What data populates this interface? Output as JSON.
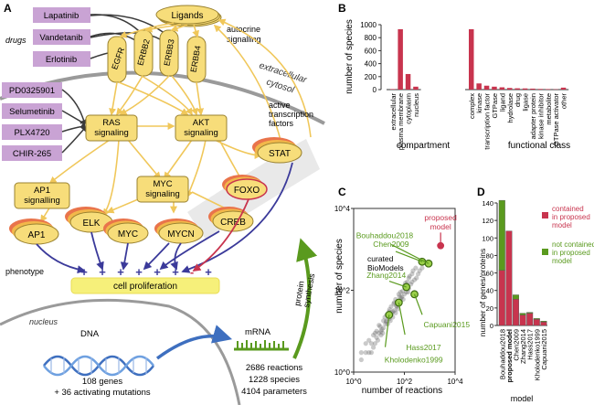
{
  "panels": {
    "a": "A",
    "b": "B",
    "c": "C",
    "d": "D"
  },
  "colors": {
    "drug": "#c9a3d4",
    "node": "#f7dd7a",
    "node_stroke": "#9a8230",
    "arrow": "#f0c75a",
    "inhibit": "#3a3a3a",
    "tf_stack1": "#e9744b",
    "tf_stack2": "#f2b84a",
    "red": "#c8344e",
    "green": "#5a9a1e",
    "blue": "#3b3a9a",
    "cellprolif": "#f6f07a"
  },
  "panel_a": {
    "drugs_label": "drugs",
    "drugs": [
      "Lapatinib",
      "Vandetanib",
      "Erlotinib",
      "PD0325901",
      "Selumetinib",
      "PLX4720",
      "CHIR-265"
    ],
    "ligands": "Ligands",
    "autocrine": "autocrine\nsignalling",
    "receptors": [
      "EGFR",
      "ERBB2",
      "ERBB3",
      "ERBB4"
    ],
    "extracellular": "extracellular",
    "cytosol": "cytosol",
    "ras": "RAS\nsignaling",
    "akt": "AKT\nsignaling",
    "active_tf": "active\ntranscription\nfactors",
    "stat": "STAT",
    "foxo": "FOXO",
    "creb": "CREB",
    "myc_sig": "MYC\nsignaling",
    "ap1_sig": "AP1\nsignalling",
    "ap1": "AP1",
    "elk": "ELK",
    "myc": "MYC",
    "mycn": "MYCN",
    "phenotype": "phenotype",
    "signs": [
      "+",
      "+",
      "+",
      "+",
      "+",
      "+",
      "-",
      "+"
    ],
    "cell_prolif": "cell proliferation",
    "protein_synthesis": "protein\nsynthesis",
    "mrna": "mRNA",
    "nucleus": "nucleus",
    "dna": "DNA",
    "genes": "108 genes\n+ 36 activating mutations",
    "stats": [
      "2686 reactions",
      "1228 species",
      "4104 parameters"
    ]
  },
  "chart_data": [
    {
      "type": "bar",
      "panel": "B",
      "ylabel": "number of species",
      "ylim": [
        0,
        1000
      ],
      "yticks": [
        0,
        200,
        400,
        600,
        800,
        1000
      ],
      "groups": [
        {
          "name": "compartment",
          "categories": [
            "extracellular",
            "plasma membrane",
            "cytoplasm",
            "nucleus"
          ],
          "values": [
            8,
            930,
            240,
            45
          ]
        },
        {
          "name": "functional class",
          "categories": [
            "complex",
            "kinase",
            "transcription factor",
            "GTPase",
            "ligand",
            "hydrolase",
            "drug",
            "ligase",
            "adapter protein",
            "kinase inhibitor",
            "metabolite",
            "GTPase activator",
            "other"
          ],
          "values": [
            930,
            95,
            60,
            45,
            35,
            25,
            20,
            18,
            15,
            10,
            8,
            5,
            30
          ]
        }
      ]
    },
    {
      "type": "scatter",
      "panel": "C",
      "xlabel": "number of reactions",
      "ylabel": "number of species",
      "xscale": "log",
      "yscale": "log",
      "xlim": [
        1,
        10000
      ],
      "ylim": [
        1,
        10000
      ],
      "xticks": [
        "10^0",
        "10^2",
        "10^4"
      ],
      "yticks": [
        "10^0",
        "10^2",
        "10^4"
      ],
      "curated_label": "curated\nBioModels",
      "highlighted": [
        {
          "name": "proposed model",
          "x": 2686,
          "y": 1228
        },
        {
          "name": "Bouhaddou2018",
          "x": 900,
          "y": 450
        },
        {
          "name": "Chen2009",
          "x": 500,
          "y": 500
        },
        {
          "name": "Zhang2014",
          "x": 120,
          "y": 120
        },
        {
          "name": "Capuani2015",
          "x": 250,
          "y": 80
        },
        {
          "name": "Hass2017",
          "x": 60,
          "y": 50
        },
        {
          "name": "Kholodenko1999",
          "x": 25,
          "y": 25
        }
      ],
      "curated": [
        [
          2,
          2
        ],
        [
          3,
          3
        ],
        [
          4,
          3
        ],
        [
          5,
          5
        ],
        [
          6,
          4
        ],
        [
          8,
          7
        ],
        [
          10,
          9
        ],
        [
          12,
          10
        ],
        [
          15,
          12
        ],
        [
          18,
          15
        ],
        [
          20,
          18
        ],
        [
          25,
          20
        ],
        [
          30,
          25
        ],
        [
          35,
          30
        ],
        [
          40,
          32
        ],
        [
          50,
          40
        ],
        [
          60,
          45
        ],
        [
          70,
          55
        ],
        [
          80,
          70
        ],
        [
          100,
          80
        ],
        [
          120,
          90
        ],
        [
          150,
          110
        ],
        [
          180,
          140
        ],
        [
          200,
          160
        ],
        [
          250,
          180
        ],
        [
          300,
          200
        ],
        [
          350,
          250
        ],
        [
          400,
          300
        ],
        [
          500,
          350
        ],
        [
          8,
          10
        ],
        [
          15,
          18
        ],
        [
          25,
          30
        ],
        [
          40,
          50
        ],
        [
          60,
          80
        ],
        [
          100,
          130
        ],
        [
          150,
          200
        ],
        [
          3,
          5
        ],
        [
          6,
          8
        ],
        [
          10,
          14
        ],
        [
          20,
          25
        ],
        [
          30,
          40
        ],
        [
          45,
          60
        ],
        [
          70,
          90
        ],
        [
          110,
          150
        ],
        [
          160,
          220
        ],
        [
          220,
          300
        ],
        [
          12,
          8
        ],
        [
          22,
          15
        ],
        [
          35,
          22
        ],
        [
          55,
          35
        ],
        [
          90,
          60
        ],
        [
          140,
          90
        ],
        [
          5,
          3
        ],
        [
          9,
          6
        ],
        [
          14,
          9
        ],
        [
          28,
          18
        ],
        [
          45,
          28
        ],
        [
          2,
          3
        ],
        [
          4,
          6
        ],
        [
          7,
          9
        ],
        [
          11,
          13
        ],
        [
          17,
          22
        ],
        [
          26,
          34
        ],
        [
          38,
          47
        ],
        [
          65,
          70
        ],
        [
          85,
          95
        ],
        [
          130,
          160
        ],
        [
          200,
          250
        ],
        [
          280,
          350
        ],
        [
          7,
          5
        ],
        [
          13,
          11
        ],
        [
          19,
          17
        ],
        [
          32,
          28
        ],
        [
          48,
          42
        ],
        [
          75,
          65
        ]
      ]
    },
    {
      "type": "bar",
      "panel": "D",
      "ylabel": "number of genes/proteins",
      "xlabel": "model",
      "ylim": [
        0,
        140
      ],
      "yticks": [
        0,
        20,
        40,
        60,
        80,
        100,
        120,
        140
      ],
      "categories": [
        "Bouhaddou2018",
        "proposed model",
        "Chen2009",
        "Zhang2014",
        "Hass2017",
        "Kholodenko1999",
        "Capuani2015"
      ],
      "series": [
        {
          "name": "contained in proposed model",
          "values": [
            63,
            108,
            30,
            12,
            14,
            7,
            4
          ]
        },
        {
          "name": "not contained in proposed model",
          "values": [
            80,
            0,
            5,
            2,
            1,
            1,
            1
          ]
        }
      ]
    }
  ]
}
